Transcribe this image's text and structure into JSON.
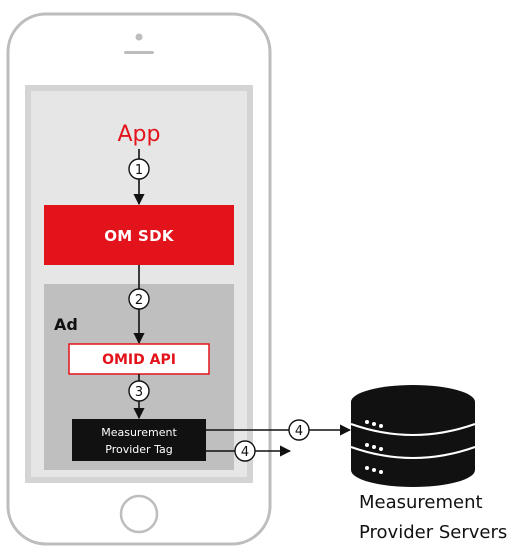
{
  "app_label": "App",
  "sdk_label": "OM SDK",
  "ad_label": "Ad",
  "omid_api_label": "OMID API",
  "tag_label": {
    "line1": "Measurement",
    "line2": "Provider Tag"
  },
  "servers_label": {
    "line1": "Measurement",
    "line2": "Provider Servers"
  },
  "steps": {
    "s1": "1",
    "s2": "2",
    "s3": "3",
    "s4a": "4",
    "s4b": "4"
  },
  "colors": {
    "accent_red": "#e3131b",
    "phone_outline": "#bdbdbd",
    "screen_bg": "#e6e6e6",
    "ad_bg": "#bfbfbf",
    "tag_bg": "#111111",
    "server_bg": "#111111"
  }
}
